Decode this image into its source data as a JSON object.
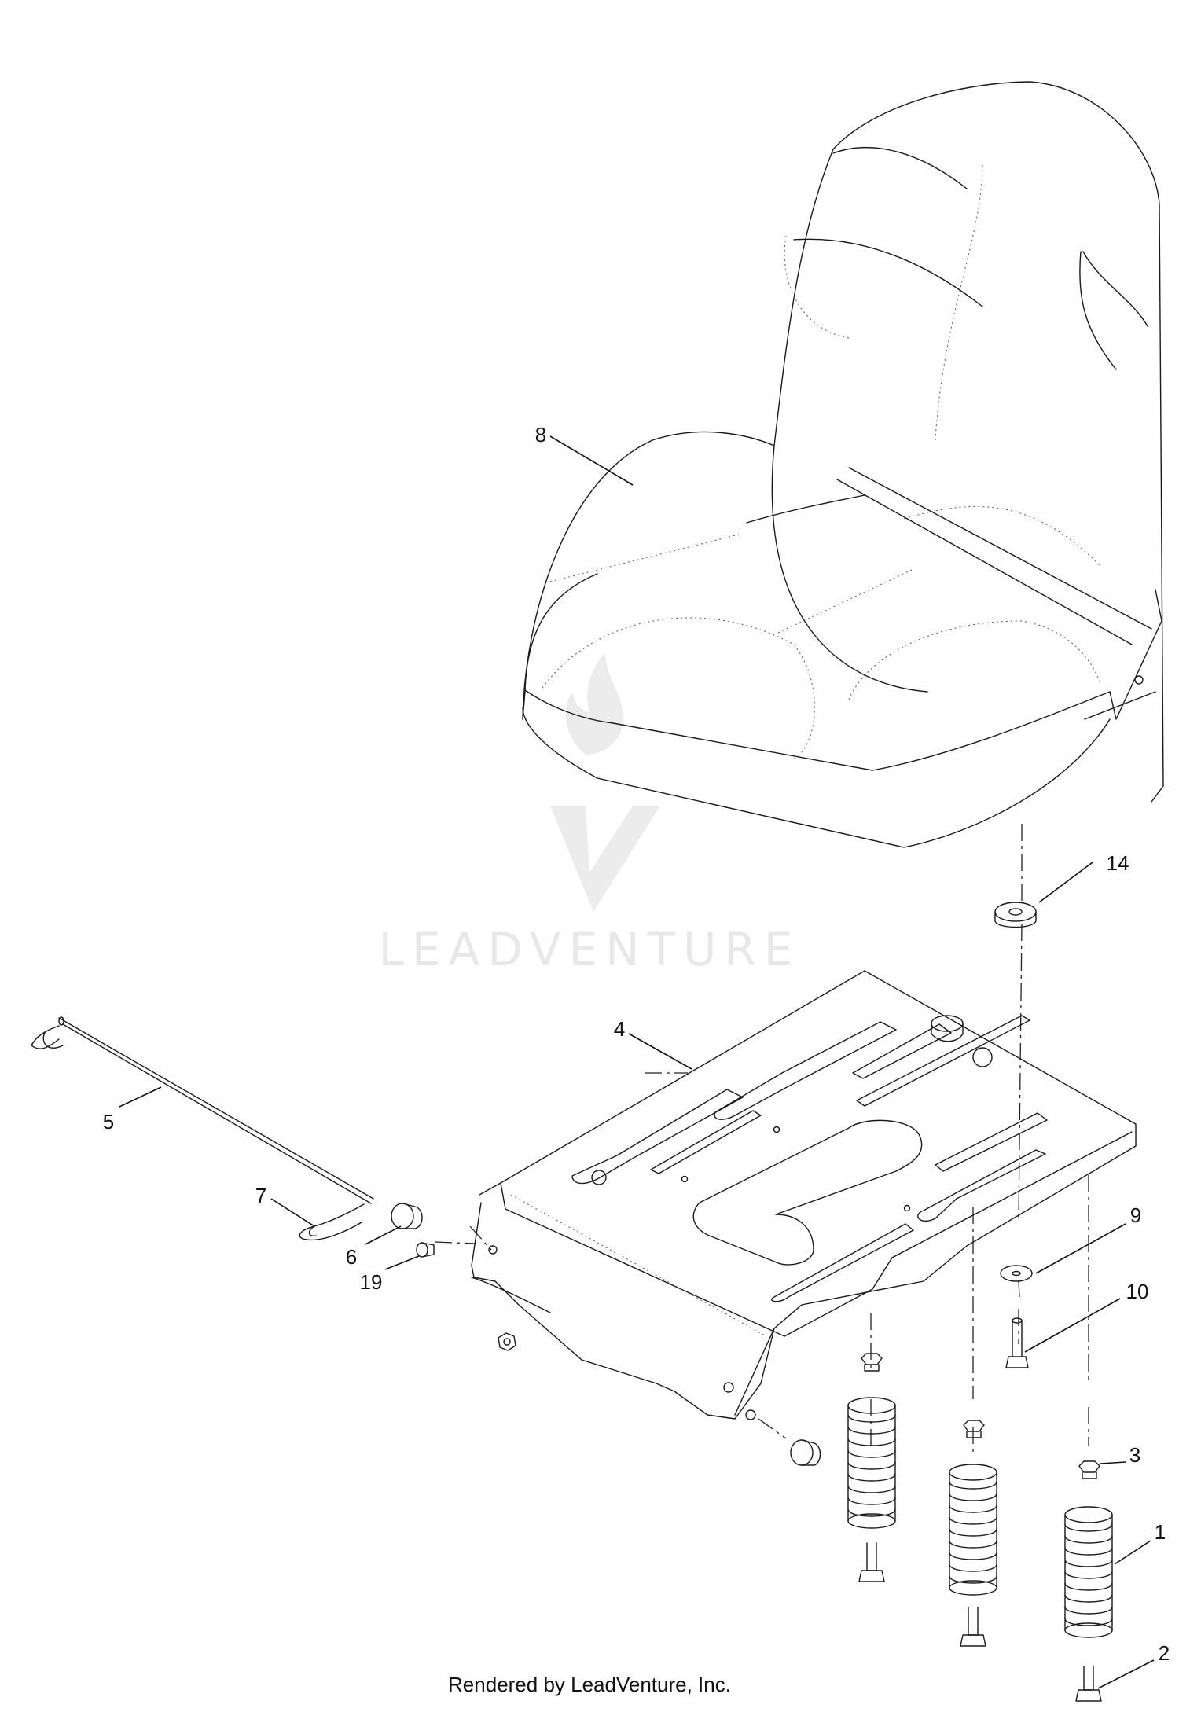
{
  "watermark": {
    "text": "LEADVENTURE"
  },
  "callouts": [
    {
      "id": "8",
      "label": "8"
    },
    {
      "id": "14",
      "label": "14"
    },
    {
      "id": "4",
      "label": "4"
    },
    {
      "id": "5",
      "label": "5"
    },
    {
      "id": "7",
      "label": "7"
    },
    {
      "id": "6",
      "label": "6"
    },
    {
      "id": "19",
      "label": "19"
    },
    {
      "id": "9",
      "label": "9"
    },
    {
      "id": "10",
      "label": "10"
    },
    {
      "id": "3",
      "label": "3"
    },
    {
      "id": "1",
      "label": "1"
    },
    {
      "id": "2",
      "label": "2"
    }
  ],
  "footer": {
    "text": "Rendered by LeadVenture, Inc."
  }
}
